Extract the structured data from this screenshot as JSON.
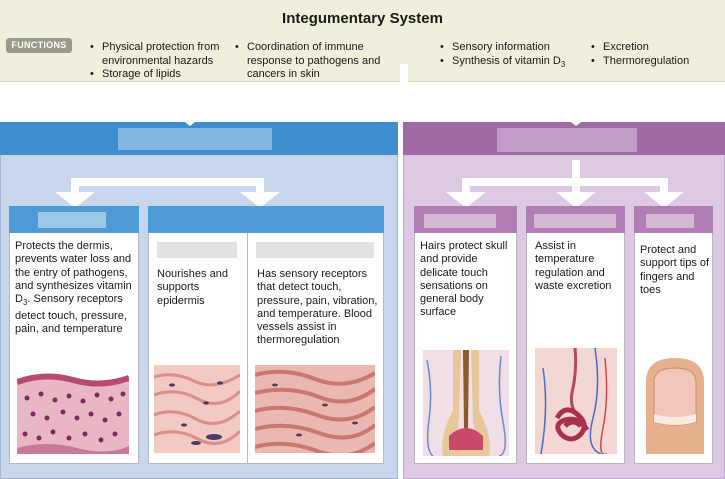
{
  "title": "Integumentary System",
  "functions": {
    "badge": "FUNCTIONS",
    "col1": [
      "Physical protection from environmental hazards",
      "Storage of lipids"
    ],
    "col2": [
      "Coordination of immune response to pathogens and cancers in skin"
    ],
    "col3_item1": "Sensory information",
    "col3_item2_prefix": "Synthesis of vitamin D",
    "col3_item2_sub": "3",
    "col4": [
      "Excretion",
      "Thermoregulation"
    ]
  },
  "cards": {
    "epidermis": {
      "text_a": "Protects the dermis, prevents water loss and the entry of pathogens, and synthesizes vitamin D",
      "sub": "3",
      "text_b": ". Sensory receptors detect touch, pressure, pain, and temperature"
    },
    "papillary": {
      "text": "Nourishes and supports epidermis"
    },
    "reticular": {
      "text": "Has sensory receptors that detect touch, pressure, pain, vibration, and temperature. Blood vessels assist in thermoregulation"
    },
    "hair": {
      "text": "Hairs protect skull and provide delicate touch sensations on general body surface"
    },
    "glands": {
      "text": "Assist in temperature regulation and waste excretion"
    },
    "nails": {
      "text": "Protect and support tips of fingers and toes"
    }
  },
  "colors": {
    "header_bg": "#efefdc",
    "blue_panel": "#c7d6ea",
    "blue_head": "#3f8fd0",
    "purple_panel": "#ddc9e3",
    "purple_head": "#a06aa6"
  }
}
